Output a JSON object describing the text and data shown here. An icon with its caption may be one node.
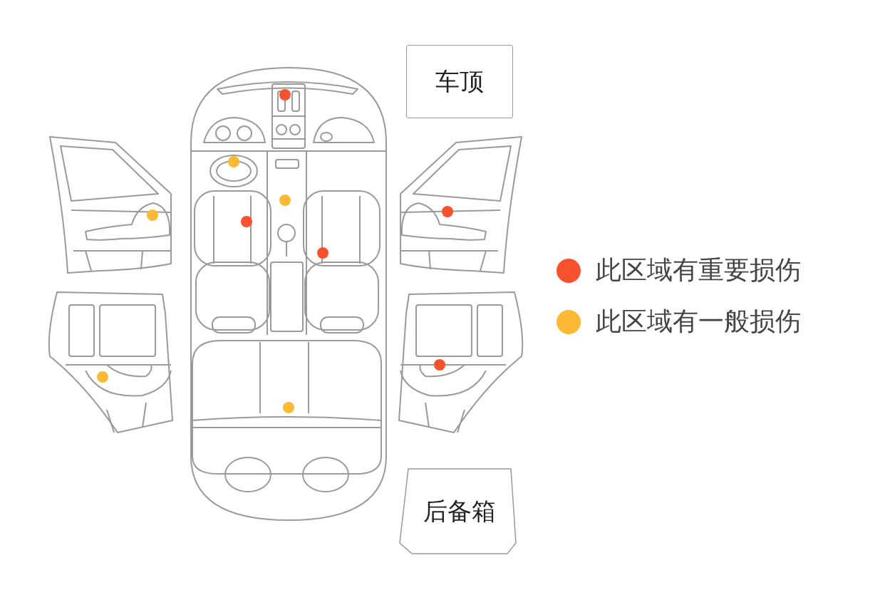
{
  "diagram": {
    "nodes": [
      {
        "text": [
          "车顶"
        ]
      },
      {
        "text": [
          "后备箱"
        ]
      }
    ],
    "legend": [
      {
        "text": "此区域有重要损伤",
        "color": "#f5522d"
      },
      {
        "text": "此区域有一般损伤",
        "color": "#fbb934"
      }
    ]
  }
}
